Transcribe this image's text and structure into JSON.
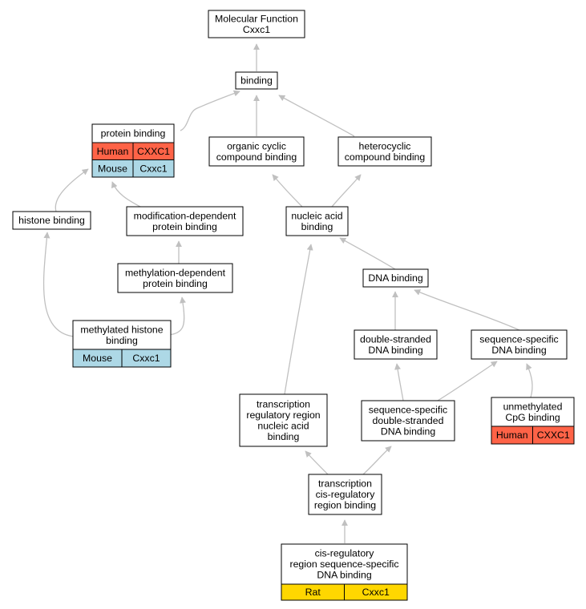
{
  "colors": {
    "edge": "#c0c0c0",
    "node_border": "#000000",
    "node_fill": "#ffffff",
    "human": "#ff6347",
    "mouse": "#add8e6",
    "rat": "#ffd700"
  },
  "nodes": {
    "root": {
      "lines": [
        "Molecular Function",
        "Cxxc1"
      ]
    },
    "binding": {
      "lines": [
        "binding"
      ]
    },
    "protein_binding": {
      "lines": [
        "protein binding"
      ],
      "annotations": [
        {
          "species": "Human",
          "gene": "CXXC1",
          "color": "human"
        },
        {
          "species": "Mouse",
          "gene": "Cxxc1",
          "color": "mouse"
        }
      ]
    },
    "organic_cyclic": {
      "lines": [
        "organic cyclic",
        "compound binding"
      ]
    },
    "heterocyclic": {
      "lines": [
        "heterocyclic",
        "compound binding"
      ]
    },
    "histone_binding": {
      "lines": [
        "histone binding"
      ]
    },
    "mod_dep_protein": {
      "lines": [
        "modification-dependent",
        "protein binding"
      ]
    },
    "nucleic_acid": {
      "lines": [
        "nucleic acid",
        "binding"
      ]
    },
    "meth_dep_protein": {
      "lines": [
        "methylation-dependent",
        "protein binding"
      ]
    },
    "dna_binding": {
      "lines": [
        "DNA binding"
      ]
    },
    "methylated_histone": {
      "lines": [
        "methylated histone",
        "binding"
      ],
      "annotations": [
        {
          "species": "Mouse",
          "gene": "Cxxc1",
          "color": "mouse"
        }
      ]
    },
    "ds_dna": {
      "lines": [
        "double-stranded",
        "DNA binding"
      ]
    },
    "seq_specific_dna": {
      "lines": [
        "sequence-specific",
        "DNA binding"
      ]
    },
    "trans_reg_region": {
      "lines": [
        "transcription",
        "regulatory region",
        "nucleic acid",
        "binding"
      ]
    },
    "seq_ds_dna": {
      "lines": [
        "sequence-specific",
        "double-stranded",
        "DNA binding"
      ]
    },
    "unmethylated_cpg": {
      "lines": [
        "unmethylated",
        "CpG binding"
      ],
      "annotations": [
        {
          "species": "Human",
          "gene": "CXXC1",
          "color": "human"
        }
      ]
    },
    "trans_cis_reg": {
      "lines": [
        "transcription",
        "cis-regulatory",
        "region binding"
      ]
    },
    "cis_reg_seq": {
      "lines": [
        "cis-regulatory",
        "region sequence-specific",
        "DNA binding"
      ],
      "annotations": [
        {
          "species": "Rat",
          "gene": "Cxxc1",
          "color": "rat"
        }
      ]
    }
  }
}
